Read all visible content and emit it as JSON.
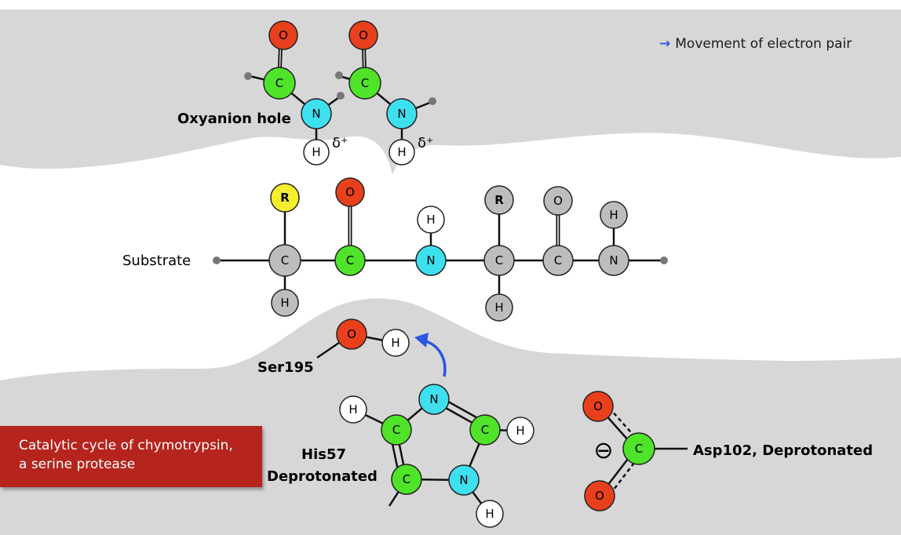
{
  "legend": {
    "arrow_icon": "blue-arrow",
    "text": "Movement of electron pair"
  },
  "labels": {
    "oxyanion_hole": "Oxyanion hole",
    "delta_plus": "δ⁺",
    "substrate": "Substrate",
    "ser195": "Ser195",
    "his57_line1": "His57",
    "his57_line2": "Deprotonated",
    "asp102": "Asp102, Deprotonated",
    "minus_sign": "⊖"
  },
  "caption": {
    "line1": "Catalytic cycle of chymotrypsin,",
    "line2": "a serine protease"
  },
  "atoms": {
    "O": "O",
    "C": "C",
    "N": "N",
    "H": "H",
    "R": "R"
  },
  "colors": {
    "oxygen": "#e8401c",
    "carbon_green": "#4fe32a",
    "nitrogen": "#3ee0f0",
    "hydrogen": "#ffffff",
    "carbon_grey": "#bdbdbd",
    "r_group": "#f5ee2e",
    "pocket": "#d7d7d7",
    "arrow": "#2a56e0",
    "caption_bg": "#b5241d"
  }
}
